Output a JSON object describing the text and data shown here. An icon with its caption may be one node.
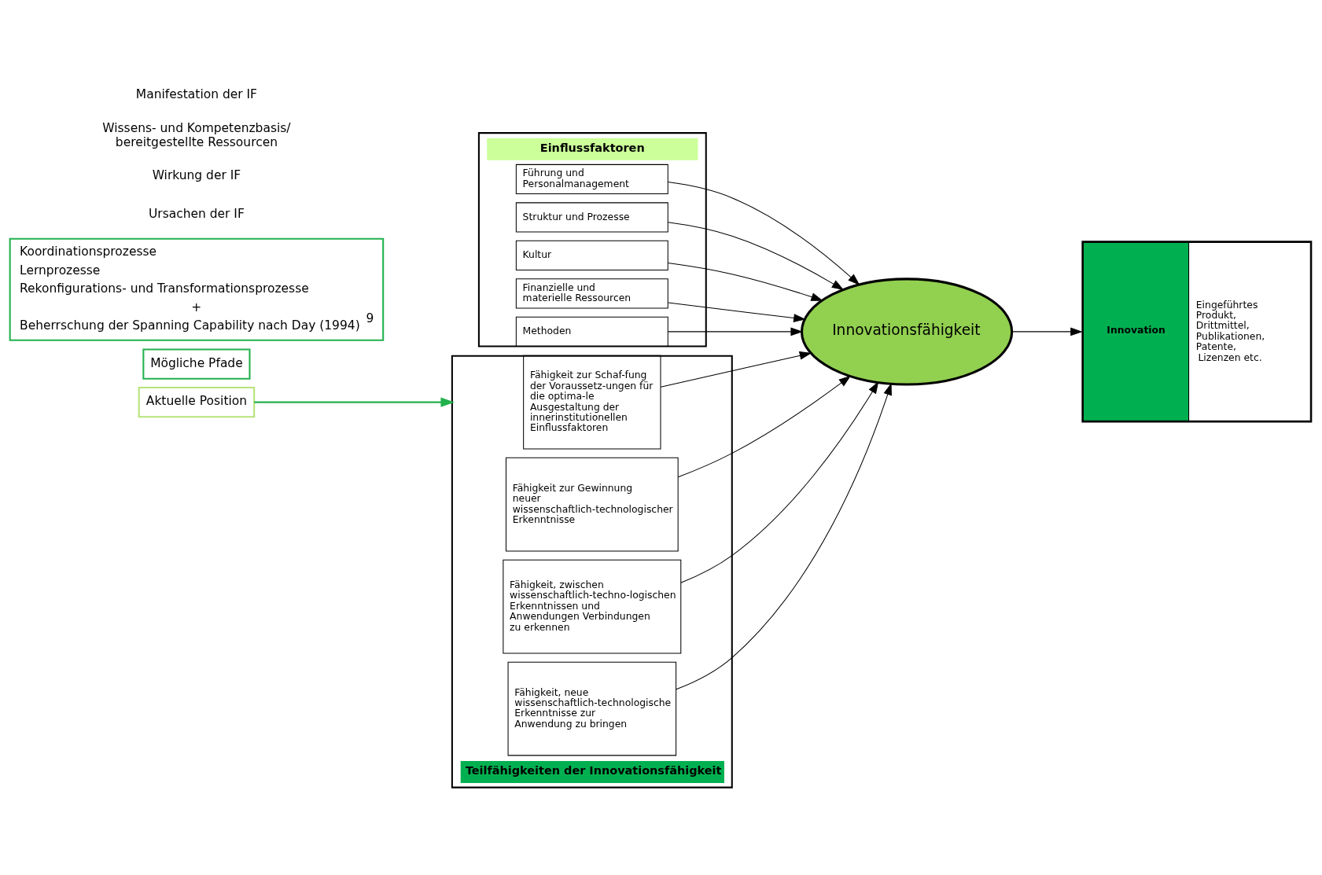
{
  "diagram": {
    "nodes": [
      {
        "text": [
          "Einflussfaktoren"
        ]
      },
      {
        "text": [
          "Führung und Personalmanagement"
        ],
        "in": 0
      },
      {
        "text": [
          "Struktur und Prozesse"
        ],
        "in": 0
      },
      {
        "text": [
          "Kultur"
        ],
        "in": 0
      },
      {
        "text": [
          "Finanzielle und materielle Ressourcen"
        ],
        "in": 0
      },
      {
        "text": [
          "Methoden"
        ],
        "in": 0
      },
      {
        "text": [
          "Innovationsfähigkeit"
        ]
      },
      {
        "text": [
          "Innovation",
          "Eingeführtes Produkt, Drittmittel, Publikationen, Patente, Lizenzen etc."
        ]
      },
      {
        "text": [
          "Teilfähigkeiten der Innovationsfähigkeit"
        ]
      },
      {
        "text": [
          "Fähigkeit zur Schaf-fung der Voraussetz-ungen für die optima-le Ausgestaltung der innerinstitutionellen Einflussfaktoren"
        ],
        "in": 8
      },
      {
        "text": [
          "Fähigkeit zur Gewinnung neuer wissenschaftlich-technologischer Erkenntnisse"
        ],
        "in": 8
      },
      {
        "text": [
          "Fähigkeit, zwischen wissenschaftlich-techno-logischen Erkenntnissen und Anwendungen Verbindungen zu erkennen"
        ],
        "in": 8
      },
      {
        "text": [
          "Fähigkeit, neue wissenschaftlich-technologische Erkenntnisse zur Anwendung zu bringen"
        ],
        "in": 8
      },
      {
        "text": [
          "Aktuelle Position"
        ]
      },
      {
        "text": [
          "Mögliche Pfade"
        ]
      },
      {
        "text": [
          "Koordinationsprozesse",
          "Lernprozesse",
          "Rekonfigurations- und Transformationsprozesse",
          "+",
          "Beherrschung der Spanning Capability nach Day (1994) $^{9}$"
        ]
      }
    ],
    "edges": [
      {
        "from": 1,
        "to": 6,
        "arrow": "to"
      },
      {
        "from": 2,
        "to": 6,
        "arrow": "to"
      },
      {
        "from": 3,
        "to": 6,
        "arrow": "to"
      },
      {
        "from": 4,
        "to": 6,
        "arrow": "to"
      },
      {
        "from": 5,
        "to": 6,
        "arrow": "to"
      },
      {
        "from": 6,
        "to": 7,
        "arrow": "to"
      },
      {
        "from": 9,
        "to": 6,
        "arrow": "to"
      },
      {
        "from": 10,
        "to": 6,
        "arrow": "to"
      },
      {
        "from": 11,
        "to": 6,
        "arrow": "to"
      },
      {
        "from": 12,
        "to": 6,
        "arrow": "to"
      },
      {
        "from": 13,
        "to": 8,
        "arrow": "to",
        "color": "#22b14c"
      }
    ],
    "labels": [
      "Ursachen der IF",
      "Wirkung der IF",
      "Wissens- und Kompetenzbasis/ bereitgestellte Ressourcen",
      "Manifestation der IF"
    ]
  }
}
